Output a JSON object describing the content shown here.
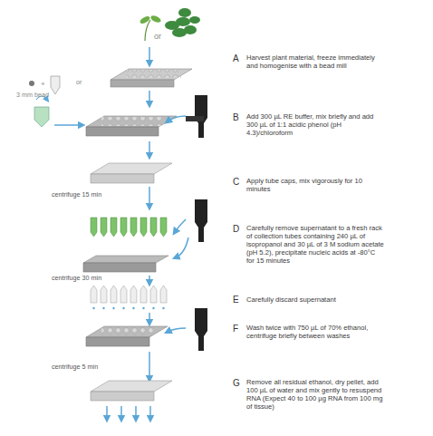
{
  "diagram": {
    "labels": [
      "3 mm bead",
      "or",
      "A",
      "Harvest plant material, freeze immediately and homogenise with a bead mill",
      "B",
      "Add 300 µL RE buffer, mix briefly and add 300 µL of 1:1 acidic phenol (pH 4.3)/chloroform",
      "C",
      "Apply tube caps, mix vigorously for 10 minutes",
      "centrifuge 15 min",
      "D",
      "Carefully remove supernatant to a fresh rack of collection tubes containing 240 µL of isopropanol and 30 µL of 3 M sodium acetate (pH 5.2), precipitate nucleic acids at -80°C for 15 minutes",
      "centrifuge 30 min",
      "E",
      "Carefully discard supernatant",
      "F",
      "Wash twice with 750 µL of 70% ethanol, centrifuge briefly between washes",
      "centrifuge 5 min",
      "G",
      "Remove all residual ethanol, dry pellet, add 100 µL of water and mix gently to resuspend RNA (Expect 40 to 100 µg RNA from 100 mg of tissue)"
    ]
  }
}
